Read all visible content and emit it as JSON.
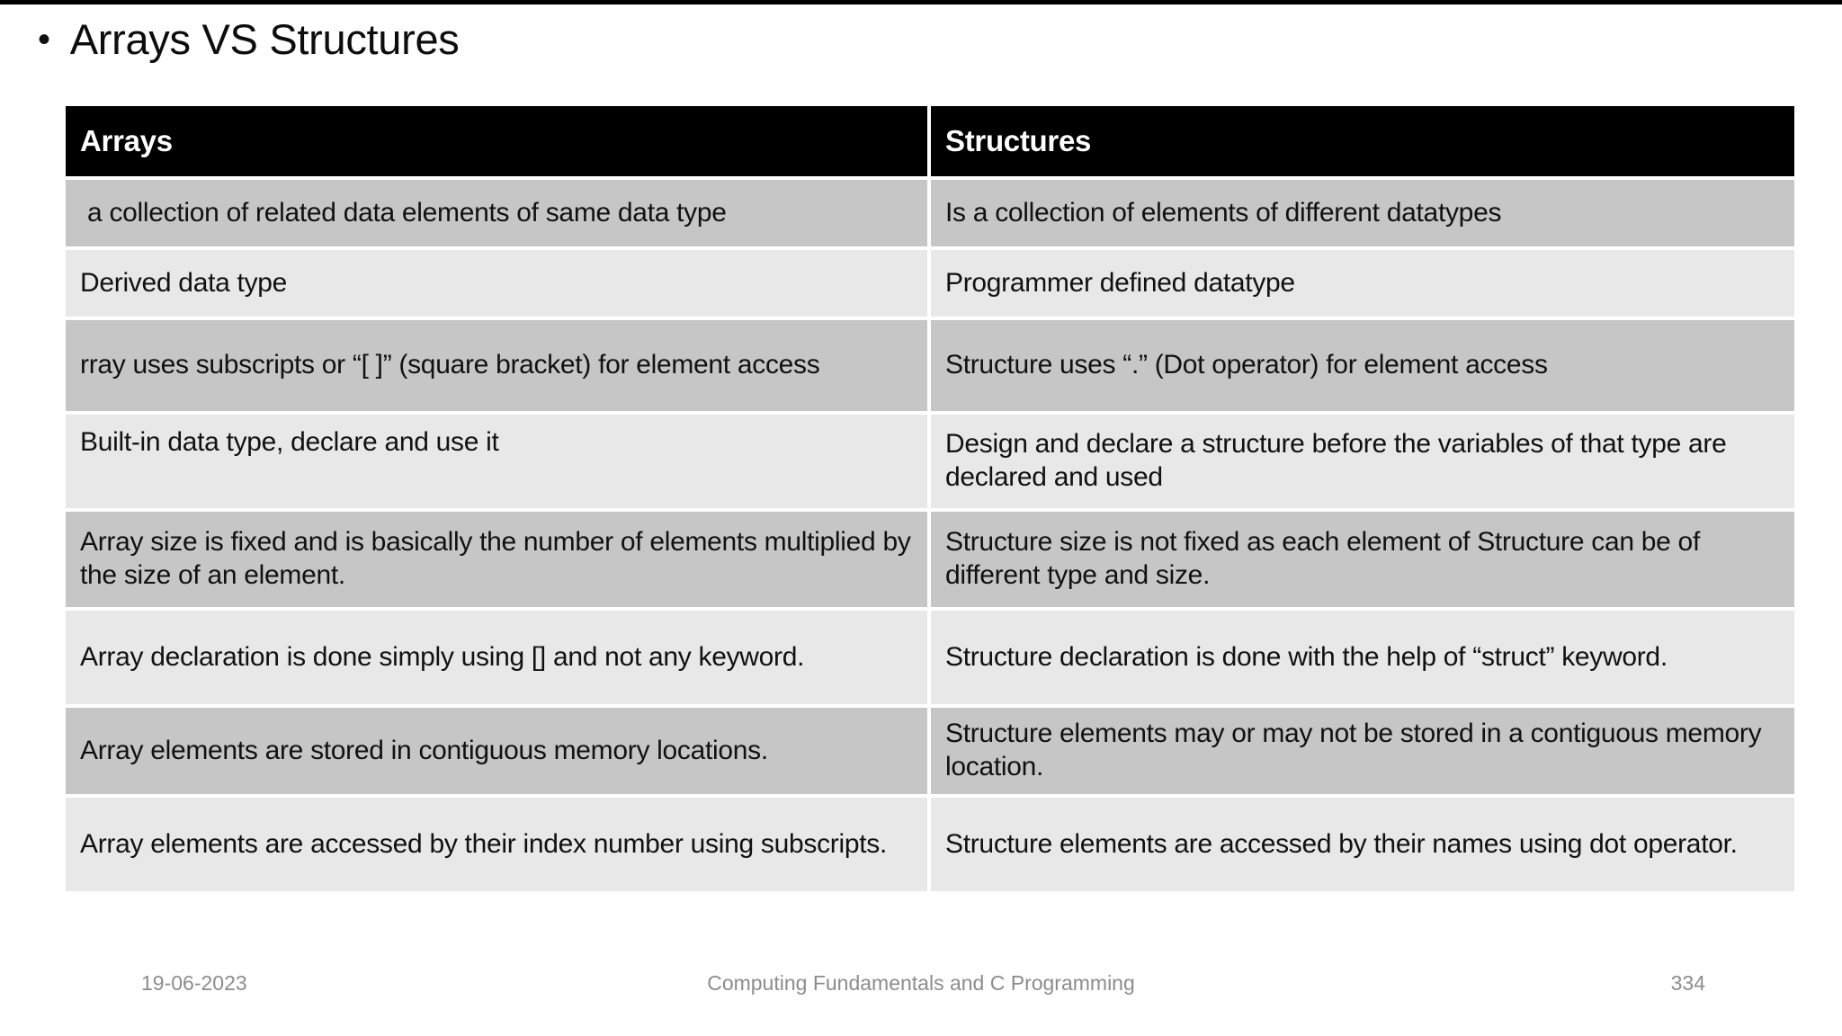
{
  "slide": {
    "bullet": "•",
    "title": "Arrays VS Structures"
  },
  "table": {
    "headers": {
      "left": "Arrays",
      "right": "Structures"
    },
    "rows": [
      {
        "left": " a collection of related data elements of same data type",
        "right": "Is a collection of elements of different datatypes"
      },
      {
        "left": "Derived data type",
        "right": "Programmer defined datatype"
      },
      {
        "left": "rray uses subscripts or “[ ]” (square bracket) for element access",
        "right": "Structure uses “.” (Dot operator) for element access"
      },
      {
        "left": "Built-in data type, declare and use it",
        "right": "Design and declare a structure before the variables of that type are declared and used"
      },
      {
        "left": "Array size is fixed and is basically the number of elements multiplied by the size of an element.",
        "right": "Structure size is not fixed as each element of Structure can be of different type and size."
      },
      {
        "left": "Array declaration is done simply using [] and not any keyword.",
        "right": "Structure declaration is done with the help of “struct” keyword."
      },
      {
        "left": "Array elements are stored in contiguous memory locations.",
        "right": "Structure elements may or may not be stored in a contiguous memory location."
      },
      {
        "left": "Array elements are accessed by their index number using subscripts.",
        "right": "Structure elements are accessed by their names using dot operator."
      }
    ]
  },
  "footer": {
    "date": "19-06-2023",
    "course": "Computing Fundamentals and C Programming",
    "page": "334"
  },
  "colors": {
    "header_bg": "#000000",
    "row_dark": "#c6c6c6",
    "row_light": "#e9e8e8",
    "footer_text": "#8c8c8c"
  }
}
